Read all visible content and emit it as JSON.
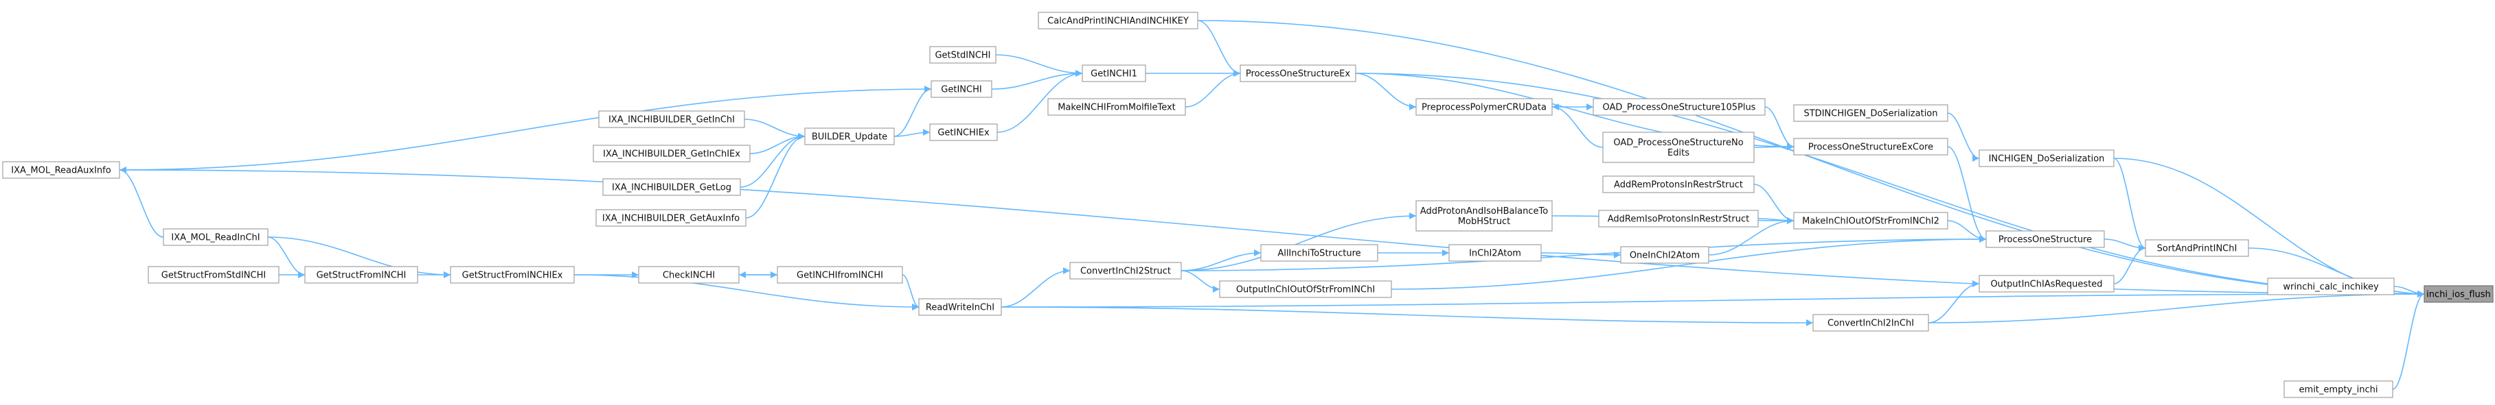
{
  "colors": {
    "edge": "#63b8ff",
    "node_border": "#a0a0a0",
    "highlight_fill": "#a0a0a0"
  },
  "nodes": [
    {
      "id": "n_flush",
      "label": "inchi_ios_flush",
      "highlight": true
    },
    {
      "id": "n_calc",
      "label": "CalcAndPrintINCHIAndINCHIKEY"
    },
    {
      "id": "n_getstd",
      "label": "GetStdINCHI"
    },
    {
      "id": "n_getinchi1",
      "label": "GetINCHI1"
    },
    {
      "id": "n_pose",
      "label": "ProcessOneStructureEx"
    },
    {
      "id": "n_getinchi",
      "label": "GetINCHI"
    },
    {
      "id": "n_make",
      "label": "MakeINCHIFromMolfileText"
    },
    {
      "id": "n_ppcru",
      "label": "PreprocessPolymerCRUData"
    },
    {
      "id": "n_oad105",
      "label": "OAD_ProcessOneStructure105Plus"
    },
    {
      "id": "n_stdser",
      "label": "STDINCHIGEN_DoSerialization"
    },
    {
      "id": "n_ixa_inchi",
      "label": "IXA_INCHIBUILDER_GetInChI"
    },
    {
      "id": "n_builder",
      "label": "BUILDER_Update"
    },
    {
      "id": "n_getinchiex",
      "label": "GetINCHIEx"
    },
    {
      "id": "n_ixa_mol_aux",
      "label": "IXA_MOL_ReadAuxInfo"
    },
    {
      "id": "n_ixa_inchiex",
      "label": "IXA_INCHIBUILDER_GetInChIEx"
    },
    {
      "id": "n_oadno",
      "label": "OAD_ProcessOneStructureNo\nEdits"
    },
    {
      "id": "n_posecore",
      "label": "ProcessOneStructureExCore"
    },
    {
      "id": "n_inchigenser",
      "label": "INCHIGEN_DoSerialization"
    },
    {
      "id": "n_ixa_log",
      "label": "IXA_INCHIBUILDER_GetLog"
    },
    {
      "id": "n_addremr",
      "label": "AddRemProtonsInRestrStruct"
    },
    {
      "id": "n_ixa_aux",
      "label": "IXA_INCHIBUILDER_GetAuxInfo"
    },
    {
      "id": "n_addproton",
      "label": "AddProtonAndIsoHBalanceTo\nMobHStruct"
    },
    {
      "id": "n_addremiso",
      "label": "AddRemIsoProtonsInRestrStruct"
    },
    {
      "id": "n_make2",
      "label": "MakeInChIOutOfStrFromINChI2"
    },
    {
      "id": "n_ixa_readinchi",
      "label": "IXA_MOL_ReadInChI"
    },
    {
      "id": "n_pos",
      "label": "ProcessOneStructure"
    },
    {
      "id": "n_sortprint",
      "label": "SortAndPrintINChI"
    },
    {
      "id": "n_allinchi",
      "label": "AllInchiToStructure"
    },
    {
      "id": "n_inchi2atom",
      "label": "InChI2Atom"
    },
    {
      "id": "n_oneinchi",
      "label": "OneInChI2Atom"
    },
    {
      "id": "n_getstructstd",
      "label": "GetStructFromStdINCHI"
    },
    {
      "id": "n_getstruct",
      "label": "GetStructFromINCHI"
    },
    {
      "id": "n_getstructex",
      "label": "GetStructFromINCHIEx"
    },
    {
      "id": "n_checkinchi",
      "label": "CheckINCHI"
    },
    {
      "id": "n_getinchifrom",
      "label": "GetINCHIfromINCHI"
    },
    {
      "id": "n_convstruct",
      "label": "ConvertInChI2Struct"
    },
    {
      "id": "n_wcalc",
      "label": "wrinchi_calc_inchikey"
    },
    {
      "id": "n_outputinchi",
      "label": "OutputInChIOutOfStrFromINChI"
    },
    {
      "id": "n_outputasreq",
      "label": "OutputInChIAsRequested"
    },
    {
      "id": "n_readwrite",
      "label": "ReadWriteInChI"
    },
    {
      "id": "n_conv2inchi",
      "label": "ConvertInChI2InChI"
    },
    {
      "id": "n_emit",
      "label": "emit_empty_inchi"
    }
  ],
  "edges": [
    [
      "n_calc",
      "n_flush"
    ],
    [
      "n_pose",
      "n_flush"
    ],
    [
      "n_inchigenser",
      "n_flush"
    ],
    [
      "n_sortprint",
      "n_flush"
    ],
    [
      "n_wcalc",
      "n_flush"
    ],
    [
      "n_conv2inchi",
      "n_flush"
    ],
    [
      "n_readwrite",
      "n_flush"
    ],
    [
      "n_emit",
      "n_flush"
    ],
    [
      "n_ixa_mol_aux",
      "n_flush"
    ],
    [
      "n_getinchi1",
      "n_pose"
    ],
    [
      "n_make",
      "n_pose"
    ],
    [
      "n_calc",
      "n_pose"
    ],
    [
      "n_getstd",
      "n_getinchi1"
    ],
    [
      "n_getinchi",
      "n_getinchi1"
    ],
    [
      "n_getinchiex",
      "n_getinchi1"
    ],
    [
      "n_builder",
      "n_getinchi"
    ],
    [
      "n_builder",
      "n_getinchiex"
    ],
    [
      "n_ixa_mol_aux",
      "n_getinchi"
    ],
    [
      "n_ixa_inchi",
      "n_builder"
    ],
    [
      "n_ixa_inchiex",
      "n_builder"
    ],
    [
      "n_ixa_log",
      "n_builder"
    ],
    [
      "n_ixa_aux",
      "n_builder"
    ],
    [
      "n_ixa_readinchi",
      "n_ixa_mol_aux"
    ],
    [
      "n_pose",
      "n_ppcru"
    ],
    [
      "n_ppcru",
      "n_oad105"
    ],
    [
      "n_oadno",
      "n_ppcru"
    ],
    [
      "n_oad105",
      "n_posecore"
    ],
    [
      "n_oadno",
      "n_posecore"
    ],
    [
      "n_pose",
      "n_posecore"
    ],
    [
      "n_posecore",
      "n_pos"
    ],
    [
      "n_stdser",
      "n_inchigenser"
    ],
    [
      "n_inchigenser",
      "n_sortprint"
    ],
    [
      "n_pos",
      "n_sortprint"
    ],
    [
      "n_outputasreq",
      "n_sortprint"
    ],
    [
      "n_conv2inchi",
      "n_outputasreq"
    ],
    [
      "n_addremr",
      "n_make2"
    ],
    [
      "n_addremiso",
      "n_make2"
    ],
    [
      "n_addproton",
      "n_make2"
    ],
    [
      "n_oneinchi",
      "n_make2"
    ],
    [
      "n_make2",
      "n_pos"
    ],
    [
      "n_inchi2atom",
      "n_oneinchi"
    ],
    [
      "n_allinchi",
      "n_inchi2atom"
    ],
    [
      "n_convstruct",
      "n_allinchi"
    ],
    [
      "n_convstruct",
      "n_outputinchi"
    ],
    [
      "n_convstruct",
      "n_addproton"
    ],
    [
      "n_convstruct",
      "n_pos"
    ],
    [
      "n_outputinchi",
      "n_pos"
    ],
    [
      "n_readwrite",
      "n_convstruct"
    ],
    [
      "n_readwrite",
      "n_conv2inchi"
    ],
    [
      "n_getinchifrom",
      "n_readwrite"
    ],
    [
      "n_getstructex",
      "n_readwrite"
    ],
    [
      "n_checkinchi",
      "n_getinchifrom"
    ],
    [
      "n_getinchifrom",
      "n_checkinchi"
    ],
    [
      "n_getstructex",
      "n_checkinchi"
    ],
    [
      "n_getstruct",
      "n_getstructex"
    ],
    [
      "n_getstructstd",
      "n_getstruct"
    ],
    [
      "n_ixa_readinchi",
      "n_getstructex"
    ],
    [
      "n_ixa_readinchi",
      "n_getstruct"
    ]
  ]
}
